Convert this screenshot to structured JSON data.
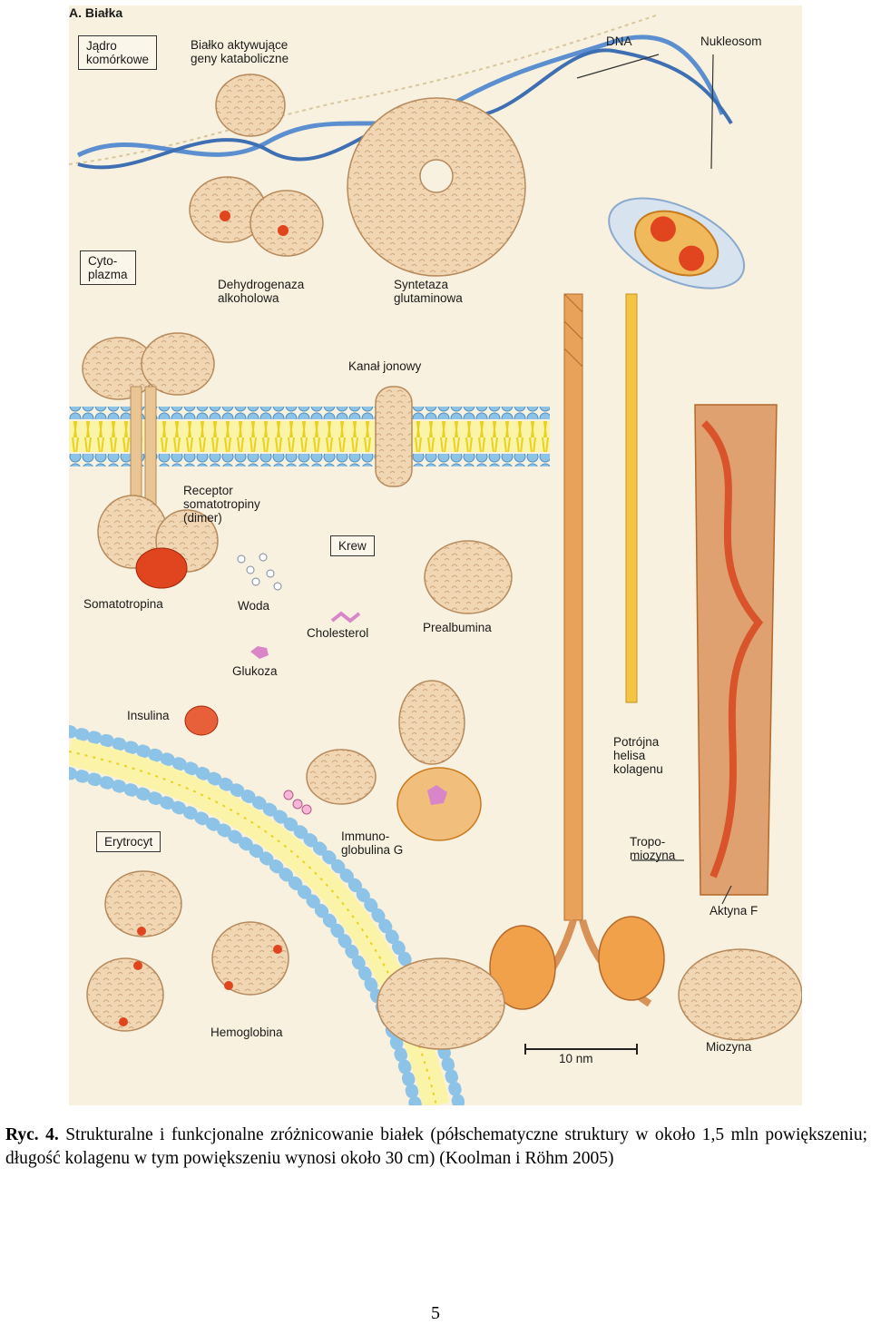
{
  "figure": {
    "section_title": "A. Białka",
    "labels": {
      "nucleus": "Jądro\nkomórkowe",
      "activator": "Białko aktywujące\ngeny kataboliczne",
      "dna": "DNA",
      "nucleosome": "Nukleosom",
      "cytoplasm": "Cyto-\nplazma",
      "adh": "Dehydrogenaza\nalkoholowa",
      "glutamine": "Syntetaza\nglutaminowa",
      "ion_channel": "Kanał jonowy",
      "receptor": "Receptor\nsomatotropiny\n(dimer)",
      "blood": "Krew",
      "somatotropin": "Somatotropina",
      "water": "Woda",
      "cholesterol": "Cholesterol",
      "prealbumin": "Prealbumina",
      "glucose": "Glukoza",
      "insulin": "Insulina",
      "erythrocyte": "Erytrocyt",
      "igg": "Immuno-\nglobulina G",
      "hemoglobin": "Hemoglobina",
      "collagen": "Potrójna\nhelisa\nkolagenu",
      "tropomyosin": "Tropo-\nmiozyna",
      "actin": "Aktyna F",
      "myosin": "Miozyna",
      "scale": "10 nm"
    },
    "colors": {
      "background": "#f9f1df",
      "protein": "#f1d6b3",
      "protein_outline": "#b58a5c",
      "heme": "#e0451f",
      "orange": "#e8842a",
      "dna": "#5b8fd0",
      "membrane_head": "#8cc3e6",
      "membrane_tail": "#f6e64a",
      "pink": "#d986c9"
    }
  },
  "caption": {
    "label": "Ryc. 4.",
    "text": "Strukturalne i funkcjonalne zróżnicowanie białek (półschematyczne struktury w około 1,5 mln powiększeniu; długość kolagenu w tym powiększeniu wynosi około 30 cm) (Koolman i Röhm 2005)"
  },
  "page_number": "5"
}
